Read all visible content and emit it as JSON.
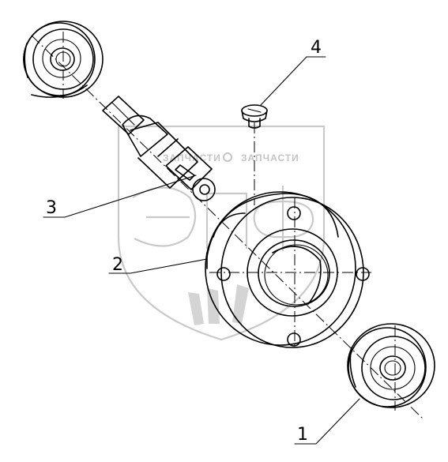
{
  "watermark": {
    "left_text": "ЗАПЧАСТИ",
    "right_text": "ЗАПЧАСТИ",
    "logo_letters": "ЭПФ",
    "color": "#cccccc"
  },
  "callouts": [
    {
      "id": "1",
      "label": "1"
    },
    {
      "id": "2",
      "label": "2"
    },
    {
      "id": "3",
      "label": "3"
    },
    {
      "id": "4",
      "label": "4"
    }
  ],
  "colors": {
    "ink": "#000000",
    "background": "#ffffff"
  }
}
